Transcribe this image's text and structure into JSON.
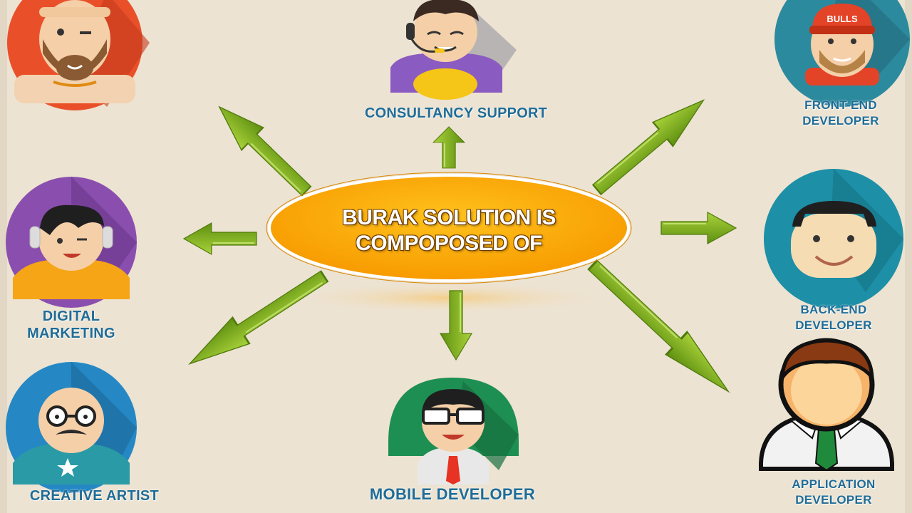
{
  "center": {
    "line1": "BURAK SOLUTION IS",
    "line2": "COMPOPOSED OF"
  },
  "roles": {
    "consultancy": "CONSULTANCY  SUPPORT",
    "frontend_l1": "FRONT-END",
    "frontend_l2": "DEVELOPER",
    "digital_l1": "DIGITAL",
    "digital_l2": "MARKETING",
    "backend_l1": "BACK-END",
    "backend_l2": "DEVELOPER",
    "creative": "CREATIVE ARTIST",
    "mobile": "MOBILE DEVELOPER",
    "application_l1": "APPLICATION",
    "application_l2": "DEVELOPER"
  },
  "cap_text": "BULLS",
  "colors": {
    "background": "#ede3d2",
    "ellipse": "#f9a300",
    "arrow_green": "#7fb81c",
    "label_blue": "#1f6c97"
  }
}
